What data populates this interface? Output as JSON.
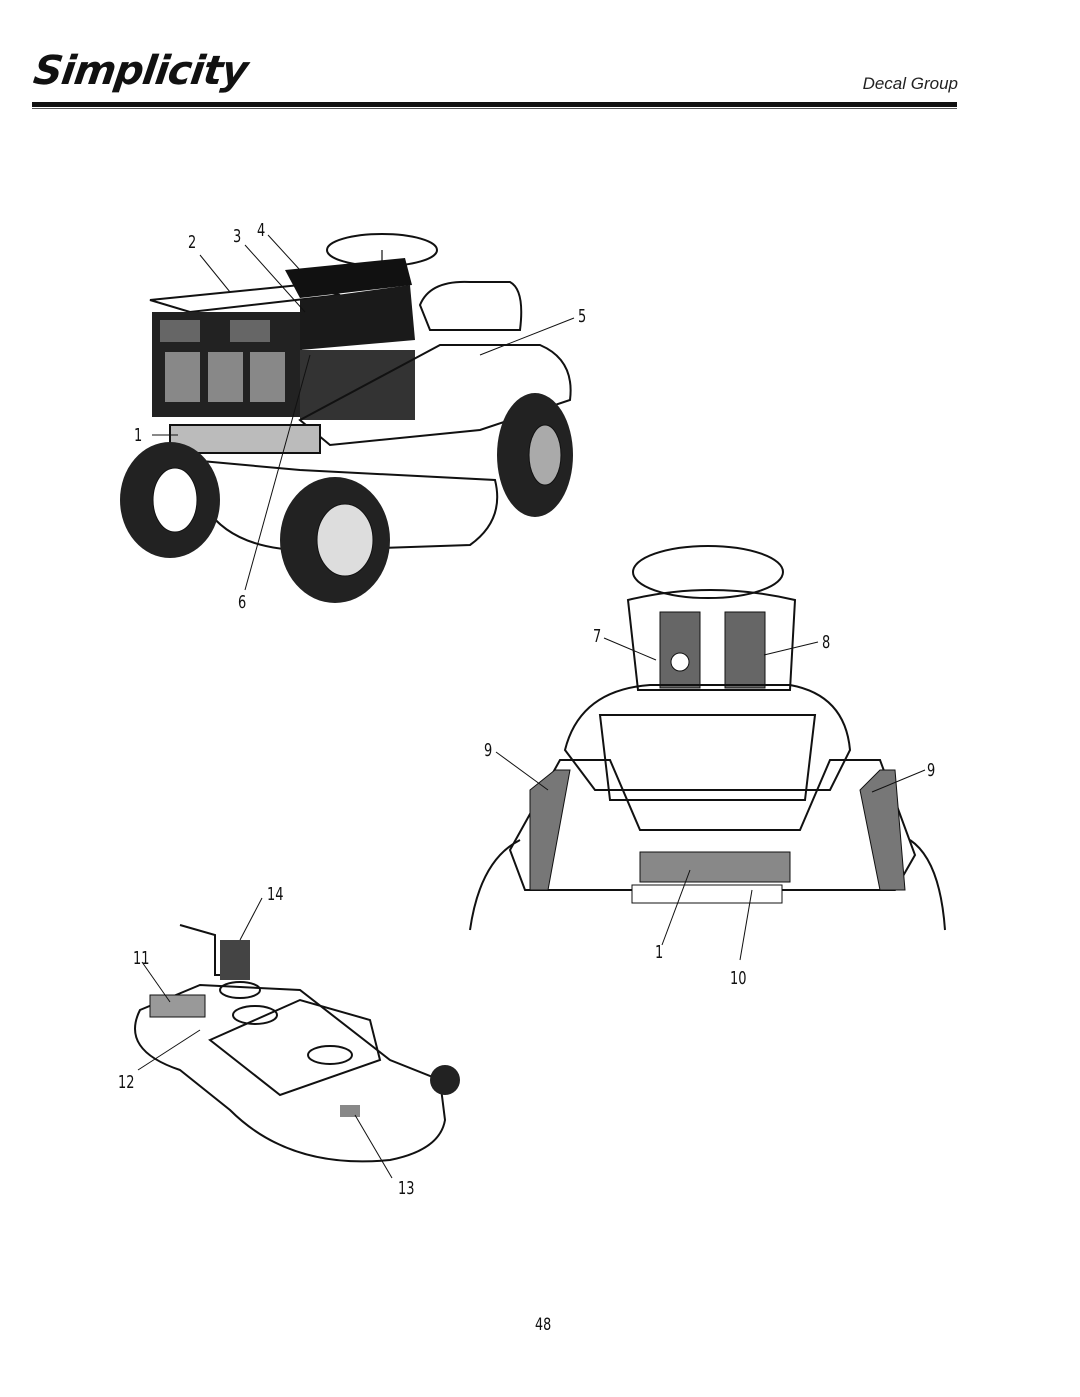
{
  "header": {
    "brand": "Simplicity",
    "section_title": "Decal Group"
  },
  "callouts": {
    "c1": "1",
    "c2": "2",
    "c3": "3",
    "c4": "4",
    "c5": "5",
    "c6": "6",
    "c7": "7",
    "c8": "8",
    "c9a": "9",
    "c9b": "9",
    "c1b": "1",
    "c10": "10",
    "c11": "11",
    "c12": "12",
    "c13": "13",
    "c14": "14"
  },
  "footer": {
    "page_number": "48"
  }
}
